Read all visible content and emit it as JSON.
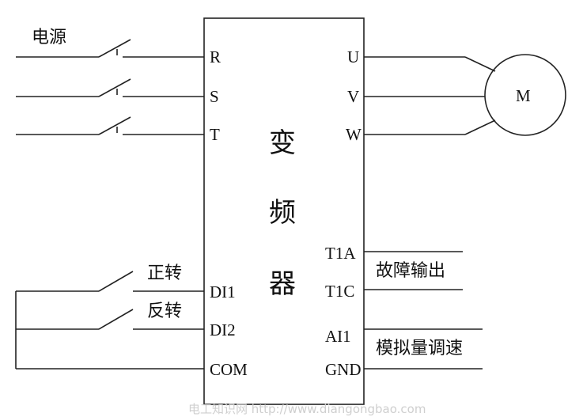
{
  "power_label": "电源",
  "inverter_title": [
    "变",
    "频",
    "器"
  ],
  "input_terminals": [
    "R",
    "S",
    "T"
  ],
  "output_terminals": [
    "U",
    "V",
    "W"
  ],
  "motor_label": "M",
  "digital_terminals": [
    "DI1",
    "DI2",
    "COM"
  ],
  "switch_labels": {
    "forward": "正转",
    "reverse": "反转"
  },
  "fault_terminals": [
    "T1A",
    "T1C"
  ],
  "fault_label": "故障输出",
  "analog_terminals": [
    "AI1",
    "GND"
  ],
  "analog_label": "模拟量调速",
  "watermark": "电工知识网  http://www.diangongbao.com"
}
